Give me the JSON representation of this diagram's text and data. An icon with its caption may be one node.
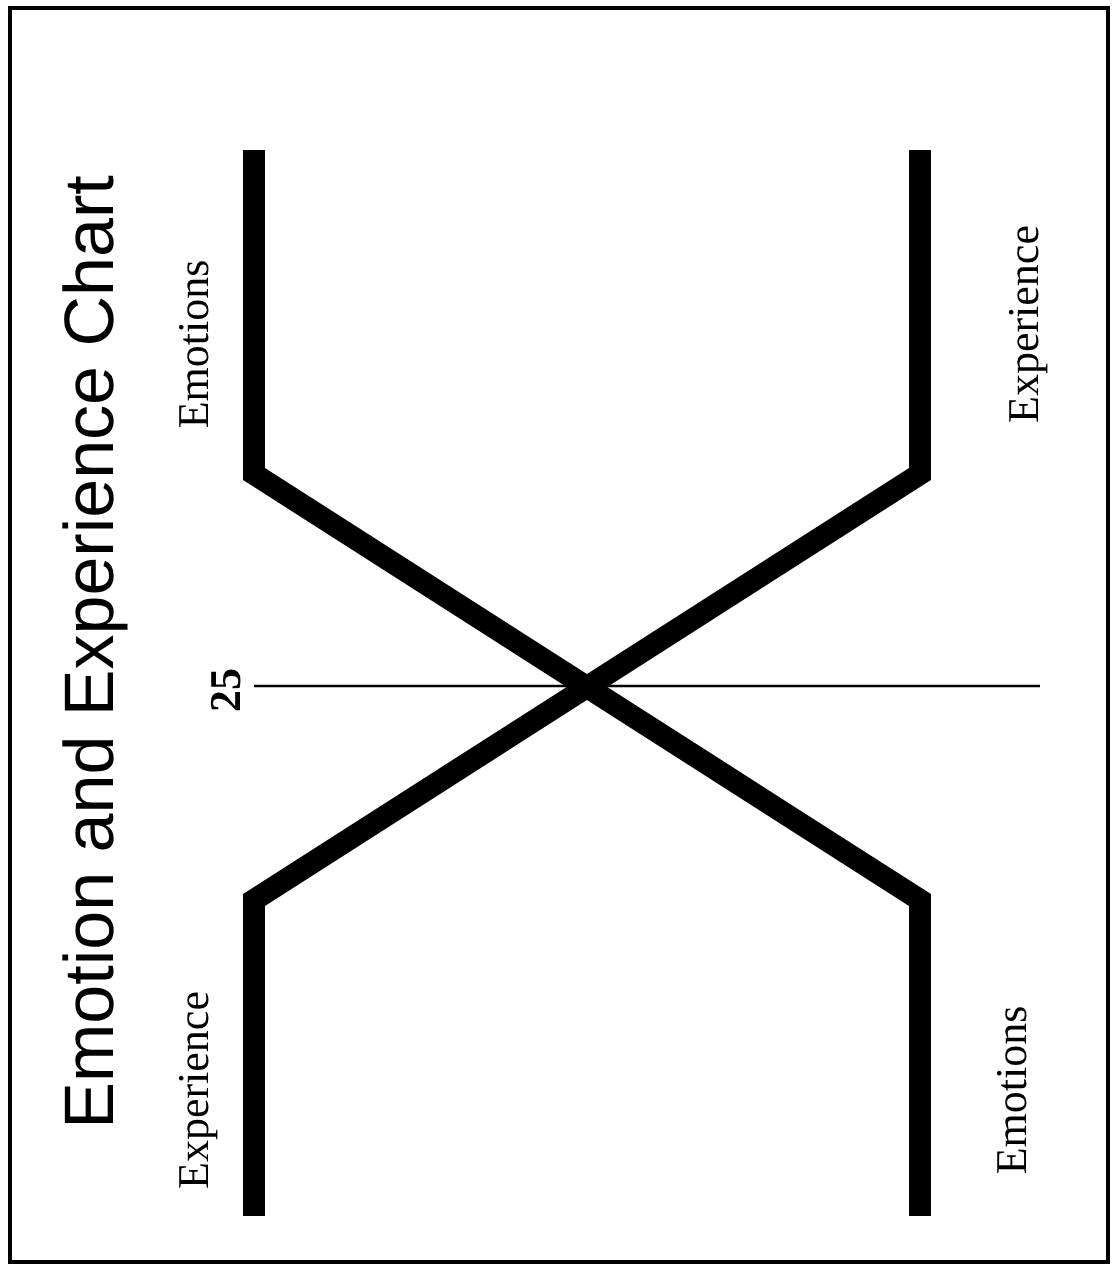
{
  "diagram": {
    "title": "Emotion and Experience Chart",
    "labels": [
      "Emotions",
      "Experience",
      "25",
      "Experience",
      "Emotions"
    ]
  }
}
